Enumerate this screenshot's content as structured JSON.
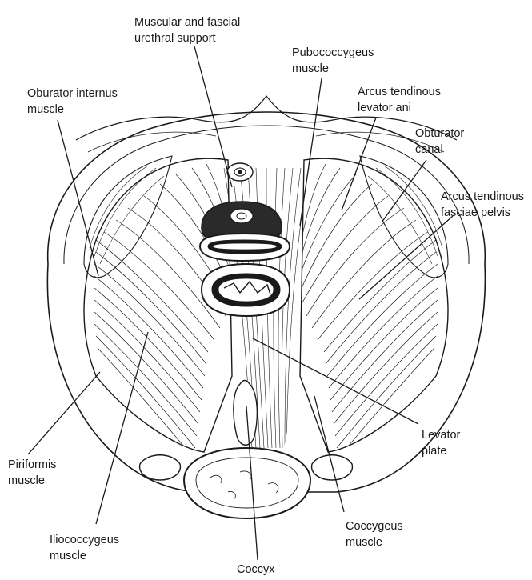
{
  "labels": {
    "urethral_support": [
      "Muscular and fascial",
      "urethral support"
    ],
    "pubococcygeus": [
      "Pubococcygeus",
      "muscle"
    ],
    "obturator_internus": [
      "Oburator internus",
      "muscle"
    ],
    "arcus_levator": [
      "Arcus tendinous",
      "levator ani"
    ],
    "obturator_canal": [
      "Obturator",
      "canal"
    ],
    "arcus_fasciae": [
      "Arcus tendinous",
      "fasciae pelvis"
    ],
    "levator_plate": [
      "Levator",
      "plate"
    ],
    "piriformis": [
      "Piriformis",
      "muscle"
    ],
    "iliococcygeus": [
      "Iliococcygeus",
      "muscle"
    ],
    "coccygeus": [
      "Coccygeus",
      "muscle"
    ],
    "coccyx": [
      "Coccyx"
    ]
  },
  "colors": {
    "ink": "#1a1a1a",
    "paper": "#ffffff"
  }
}
